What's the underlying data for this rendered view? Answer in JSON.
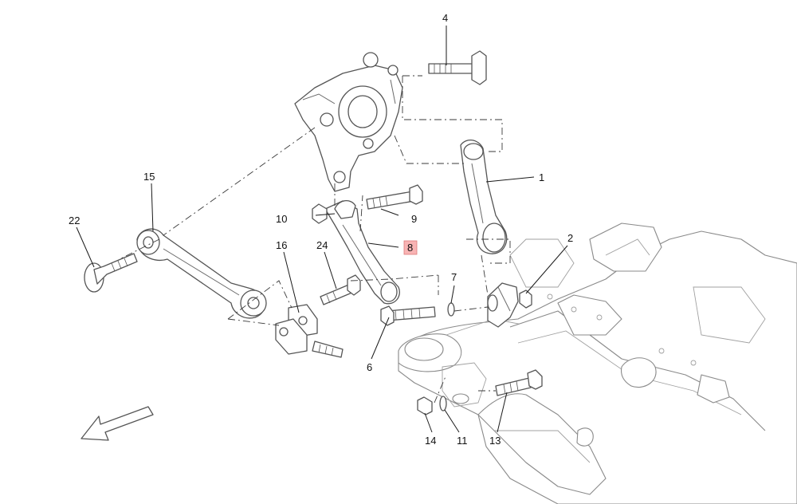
{
  "diagram": {
    "callouts": [
      {
        "id": "1",
        "label": "1"
      },
      {
        "id": "2",
        "label": "2"
      },
      {
        "id": "4",
        "label": "4"
      },
      {
        "id": "6",
        "label": "6"
      },
      {
        "id": "7",
        "label": "7"
      },
      {
        "id": "8",
        "label": "8",
        "highlighted": true
      },
      {
        "id": "9",
        "label": "9"
      },
      {
        "id": "10",
        "label": "10"
      },
      {
        "id": "11",
        "label": "11"
      },
      {
        "id": "13",
        "label": "13"
      },
      {
        "id": "14",
        "label": "14"
      },
      {
        "id": "15",
        "label": "15"
      },
      {
        "id": "16",
        "label": "16"
      },
      {
        "id": "22",
        "label": "22"
      },
      {
        "id": "24",
        "label": "24"
      }
    ],
    "highlight_color": "#f8b4b4",
    "direction_arrow": "front-direction-arrow"
  }
}
